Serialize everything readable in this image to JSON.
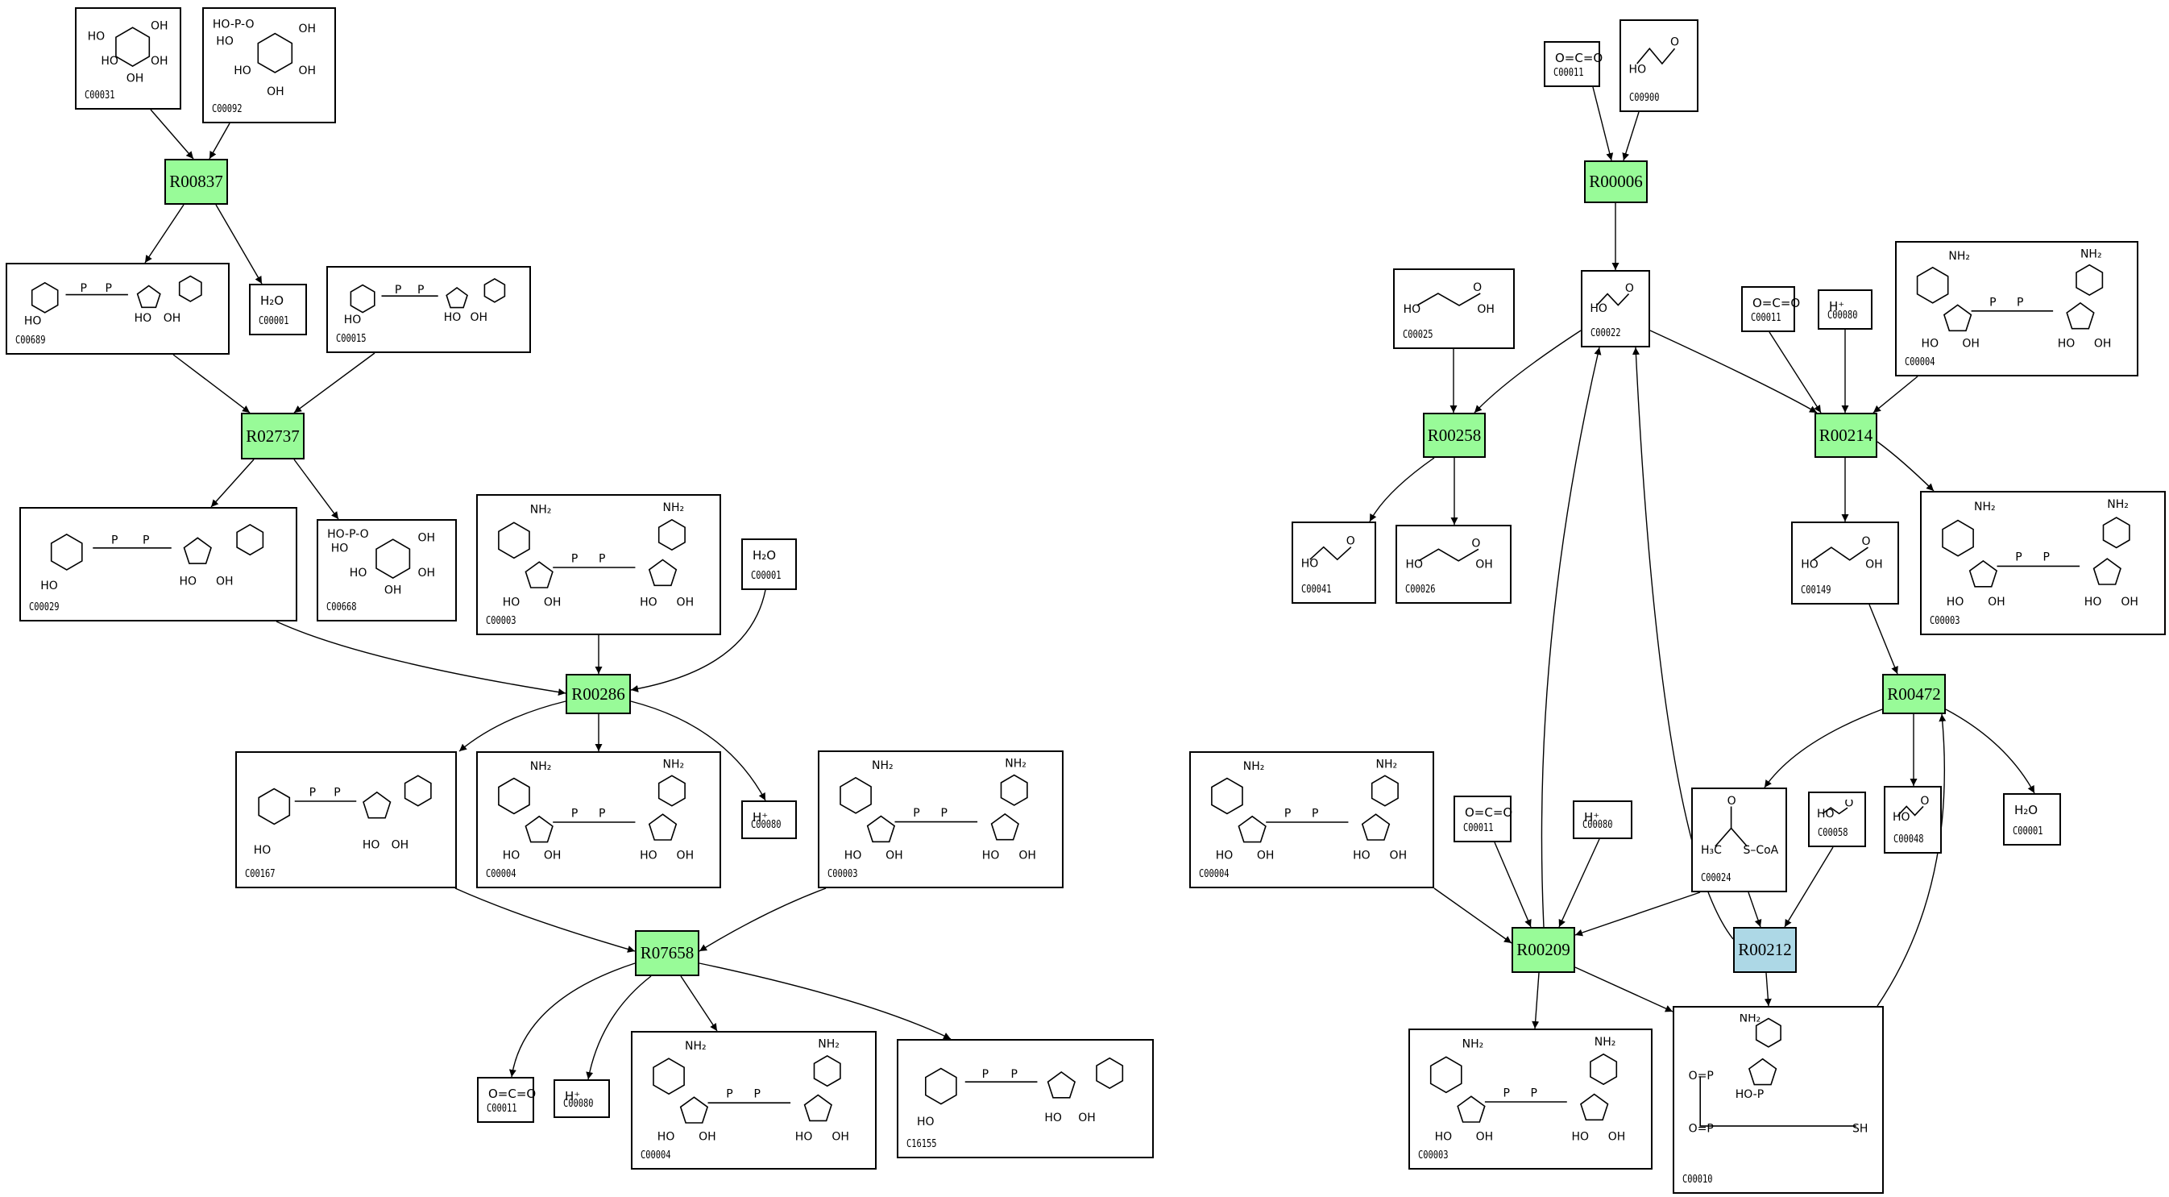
{
  "colors": {
    "reaction": "#98fb98",
    "reaction_alt": "#add8e6",
    "edge": "#000000"
  },
  "reactions": [
    {
      "id": "R00837",
      "color": "reaction"
    },
    {
      "id": "R02737",
      "color": "reaction"
    },
    {
      "id": "R00286",
      "color": "reaction"
    },
    {
      "id": "R07658",
      "color": "reaction"
    },
    {
      "id": "R00006",
      "color": "reaction"
    },
    {
      "id": "R00258",
      "color": "reaction"
    },
    {
      "id": "R00214",
      "color": "reaction"
    },
    {
      "id": "R00472",
      "color": "reaction"
    },
    {
      "id": "R00209",
      "color": "reaction"
    },
    {
      "id": "R00212",
      "color": "reaction_alt"
    }
  ],
  "compounds": [
    {
      "key": "c00031",
      "id": "C00031",
      "structure": "glucose"
    },
    {
      "key": "c00092",
      "id": "C00092",
      "structure": "glucose-6-phosphate"
    },
    {
      "key": "c00689",
      "id": "C00689",
      "structure": "disaccharide-phosphate"
    },
    {
      "key": "c00001a",
      "id": "C00001",
      "formula": "H2O"
    },
    {
      "key": "c00015",
      "id": "C00015",
      "structure": "UDP"
    },
    {
      "key": "c00029",
      "id": "C00029",
      "structure": "UDP-glucose"
    },
    {
      "key": "c00668",
      "id": "C00668",
      "structure": "glucose-6-phosphate"
    },
    {
      "key": "c00003a",
      "id": "C00003",
      "structure": "NAD+"
    },
    {
      "key": "c00001b",
      "id": "C00001",
      "formula": "H2O"
    },
    {
      "key": "c00167",
      "id": "C00167",
      "structure": "UDP-glucuronate"
    },
    {
      "key": "c00004a",
      "id": "C00004",
      "structure": "NADH"
    },
    {
      "key": "c00080a",
      "id": "C00080",
      "formula": "H+"
    },
    {
      "key": "c00003b",
      "id": "C00003",
      "structure": "NAD+"
    },
    {
      "key": "c00011a",
      "id": "C00011",
      "formula": "CO2"
    },
    {
      "key": "c00080b",
      "id": "C00080",
      "formula": "H+"
    },
    {
      "key": "c00004b",
      "id": "C00004",
      "structure": "NADH"
    },
    {
      "key": "c16155",
      "id": "C16155",
      "structure": "UDP-4-keto-pentose"
    },
    {
      "key": "c00011b",
      "id": "C00011",
      "formula": "CO2"
    },
    {
      "key": "c00900",
      "id": "C00900",
      "structure": "2-acetolactate"
    },
    {
      "key": "c00022",
      "id": "C00022",
      "structure": "pyruvate"
    },
    {
      "key": "c00025",
      "id": "C00025",
      "structure": "L-glutamate"
    },
    {
      "key": "c00011c",
      "id": "C00011",
      "formula": "CO2"
    },
    {
      "key": "c00080c",
      "id": "C00080",
      "formula": "H+"
    },
    {
      "key": "c00004c",
      "id": "C00004",
      "structure": "NADH"
    },
    {
      "key": "c00041",
      "id": "C00041",
      "structure": "L-alanine"
    },
    {
      "key": "c00026",
      "id": "C00026",
      "structure": "2-oxoglutarate"
    },
    {
      "key": "c00149",
      "id": "C00149",
      "structure": "malate"
    },
    {
      "key": "c00003c",
      "id": "C00003",
      "structure": "NAD+"
    },
    {
      "key": "c00004d",
      "id": "C00004",
      "structure": "NADH"
    },
    {
      "key": "c00011d",
      "id": "C00011",
      "formula": "CO2"
    },
    {
      "key": "c00080d",
      "id": "C00080",
      "formula": "H+"
    },
    {
      "key": "c00024",
      "id": "C00024",
      "structure": "acetyl-CoA",
      "label": "S-CoA"
    },
    {
      "key": "c00058",
      "id": "C00058",
      "structure": "formate"
    },
    {
      "key": "c00048",
      "id": "C00048",
      "structure": "glyoxylate"
    },
    {
      "key": "c00001c",
      "id": "C00001",
      "formula": "H2O"
    },
    {
      "key": "c00003d",
      "id": "C00003",
      "structure": "NAD+"
    },
    {
      "key": "c00010",
      "id": "C00010",
      "structure": "CoA"
    }
  ],
  "formula_text": {
    "H2O": "H₂O",
    "H+": "H⁺",
    "CO2": "O=C=O"
  }
}
